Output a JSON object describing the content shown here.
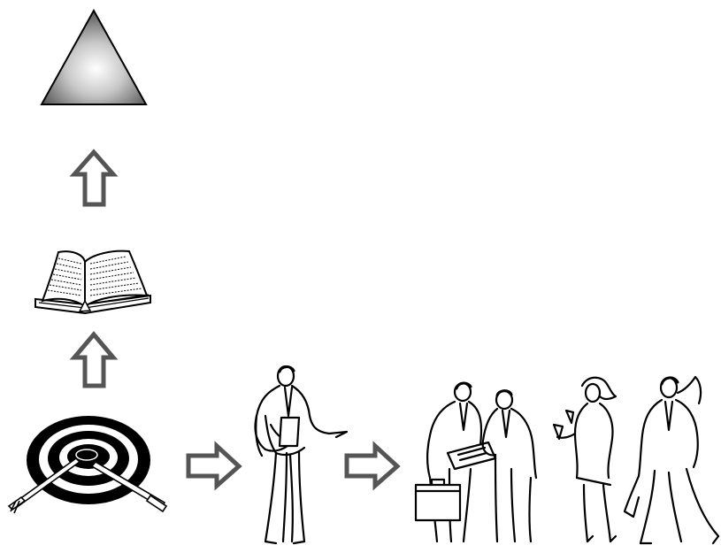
{
  "diagram": {
    "nodes": [
      {
        "id": "pyramid",
        "icon": "pyramid-icon"
      },
      {
        "id": "book",
        "icon": "open-book-icon"
      },
      {
        "id": "target",
        "icon": "target-with-darts-icon"
      },
      {
        "id": "presenter",
        "icon": "presenting-person-icon"
      },
      {
        "id": "meeting",
        "icon": "business-meeting-icon"
      },
      {
        "id": "socializing",
        "icon": "socializing-people-icon"
      }
    ],
    "arrows": [
      {
        "from": "target",
        "to": "book",
        "direction": "up"
      },
      {
        "from": "book",
        "to": "pyramid",
        "direction": "up"
      },
      {
        "from": "target",
        "to": "presenter",
        "direction": "right"
      },
      {
        "from": "presenter",
        "to": "meeting",
        "direction": "right"
      }
    ],
    "colors": {
      "arrow_fill": "#ffffff",
      "arrow_stroke": "#555555",
      "pyramid_highlight": "#ffffff",
      "pyramid_shadow": "#555555",
      "line_art": "#000000"
    }
  }
}
